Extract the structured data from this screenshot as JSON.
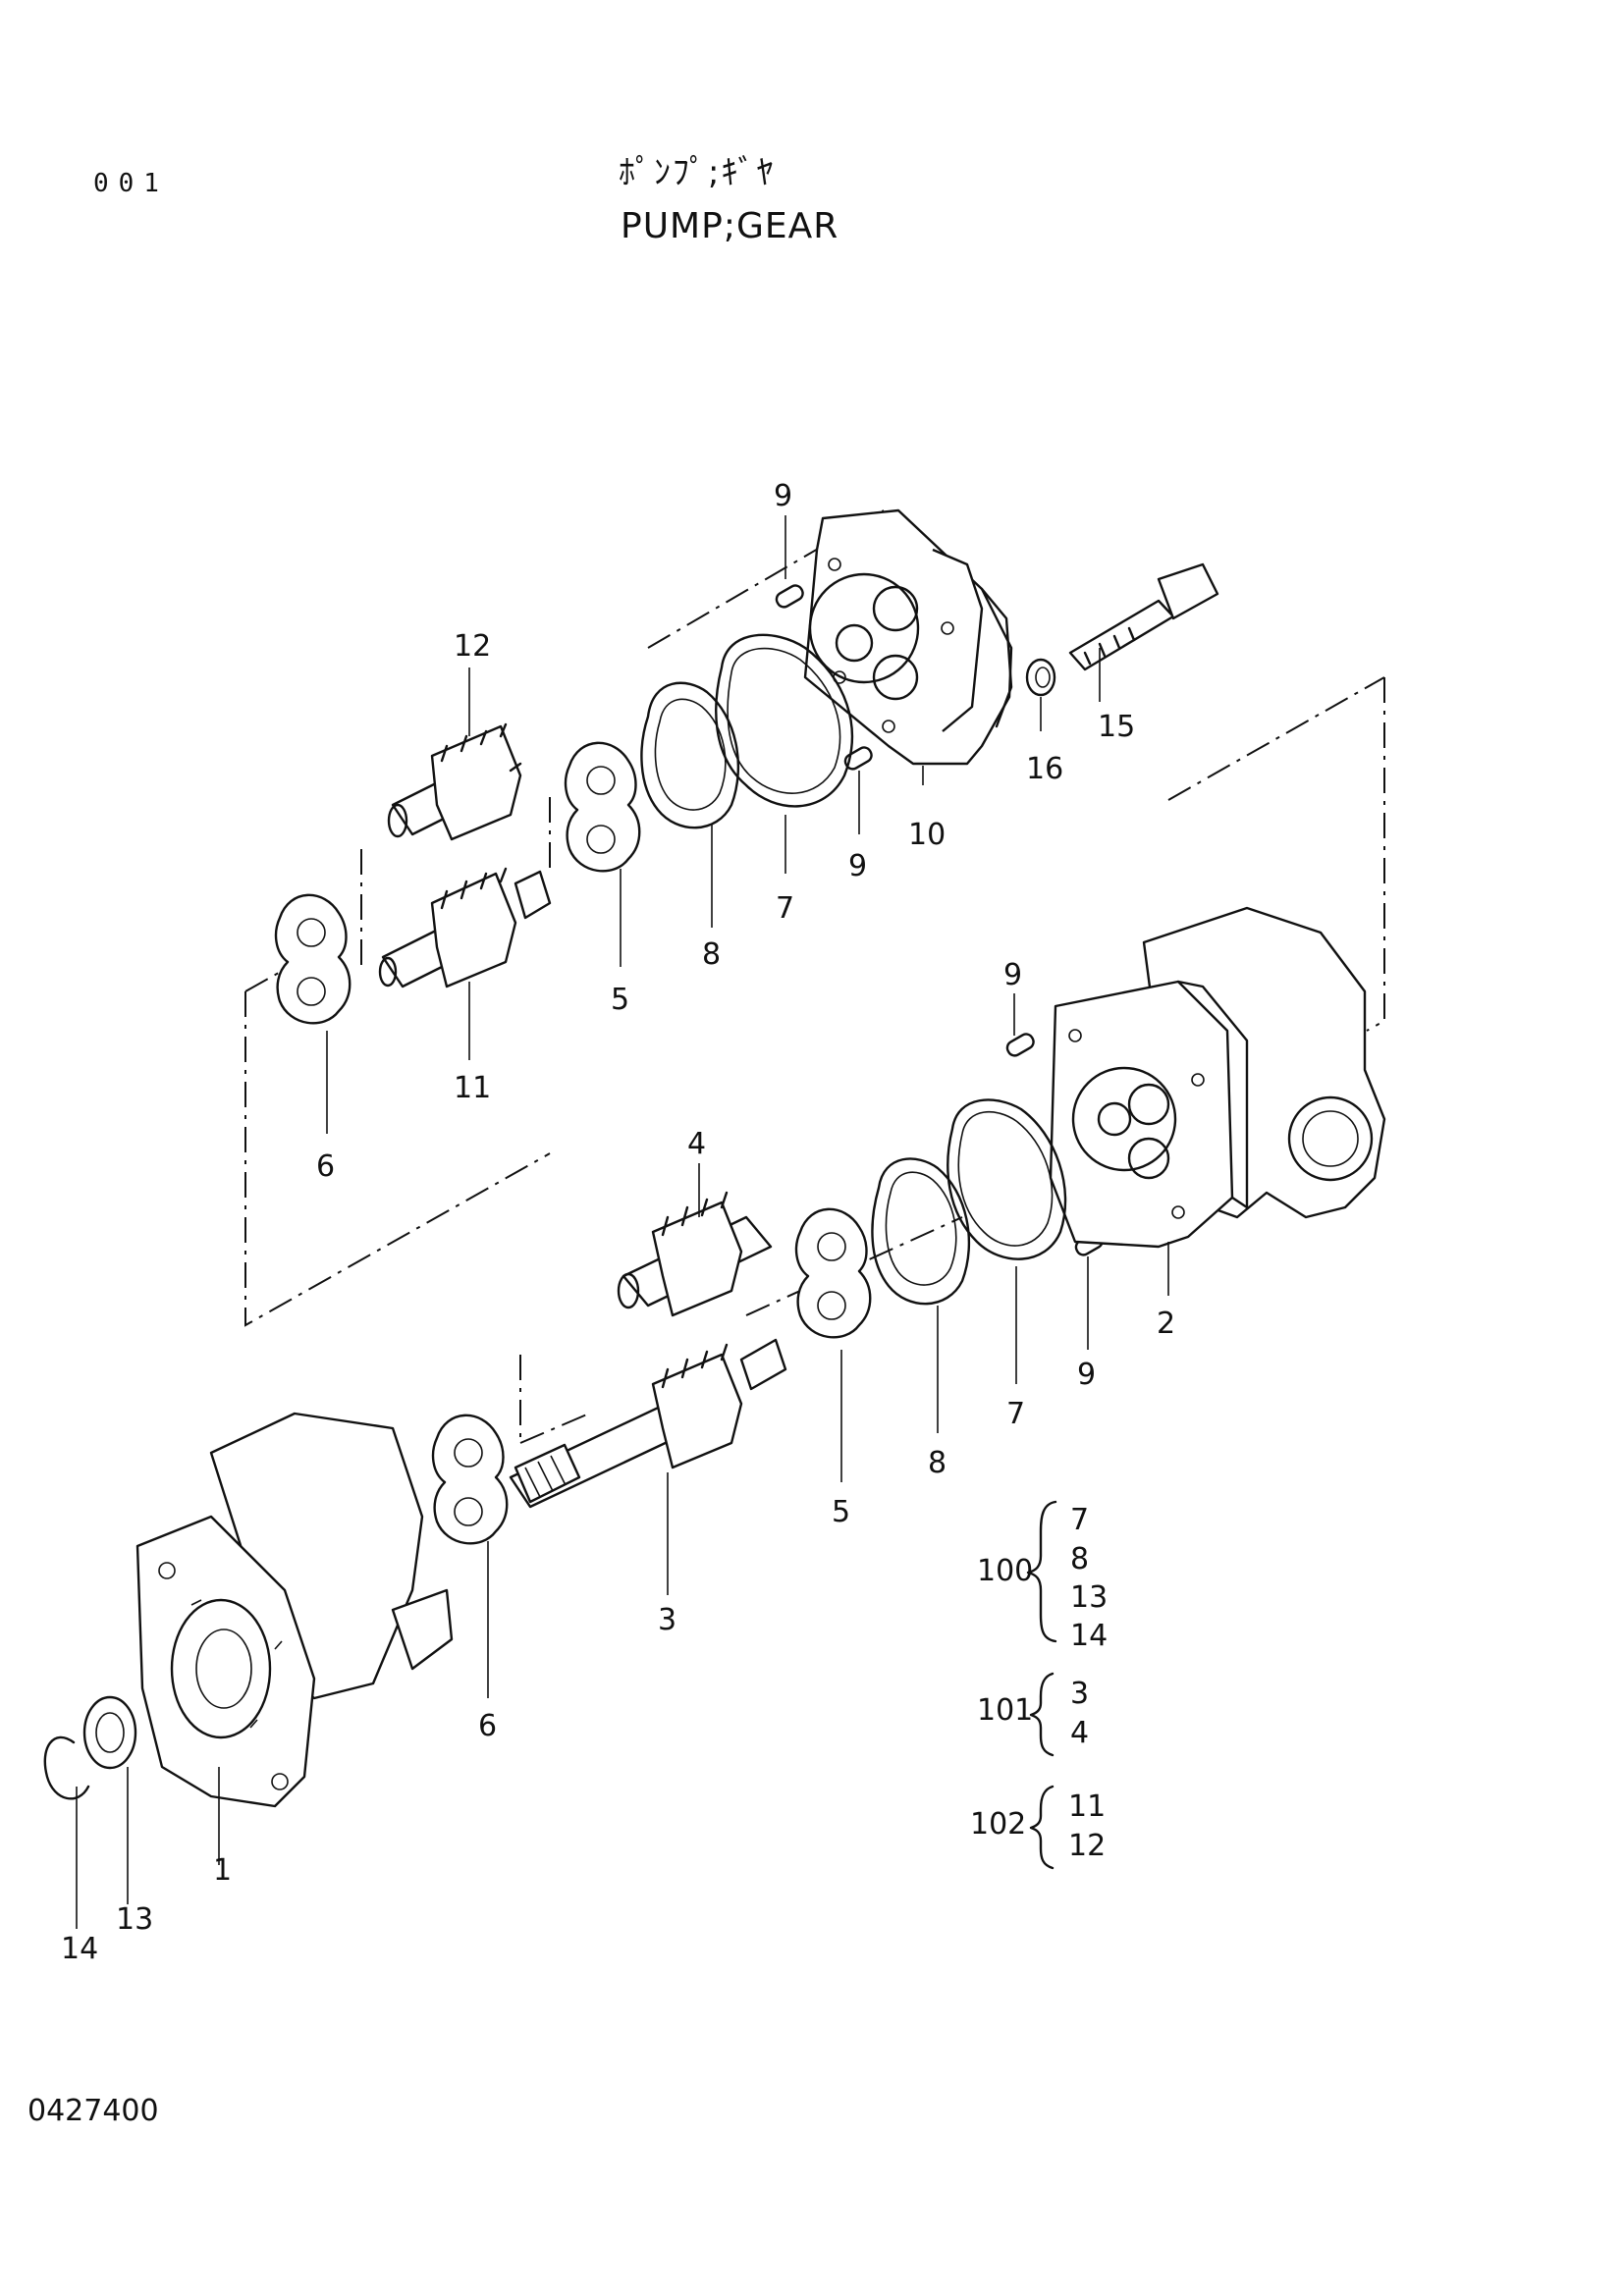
{
  "header": {
    "page_number": "001",
    "title_jp": "ﾎﾟﾝﾌﾟ;ｷﾞﾔ",
    "title_en": "PUMP;GEAR"
  },
  "footer": {
    "doc_code": "0427400"
  },
  "callouts": {
    "c9a": "9",
    "c12": "12",
    "c15": "15",
    "c16": "16",
    "c10": "10",
    "c9b": "9",
    "c7a": "7",
    "c8a": "8",
    "c5a": "5",
    "c11": "11",
    "c6a": "6",
    "c4": "4",
    "c9c": "9",
    "c2": "2",
    "c9d": "9",
    "c7b": "7",
    "c8b": "8",
    "c5b": "5",
    "c3": "3",
    "c6b": "6",
    "c1": "1",
    "c13": "13",
    "c14": "14"
  },
  "assemblies": [
    {
      "id": "100",
      "parts": [
        "7",
        "8",
        "13",
        "14"
      ]
    },
    {
      "id": "101",
      "parts": [
        "3",
        "4"
      ]
    },
    {
      "id": "102",
      "parts": [
        "11",
        "12"
      ]
    }
  ]
}
